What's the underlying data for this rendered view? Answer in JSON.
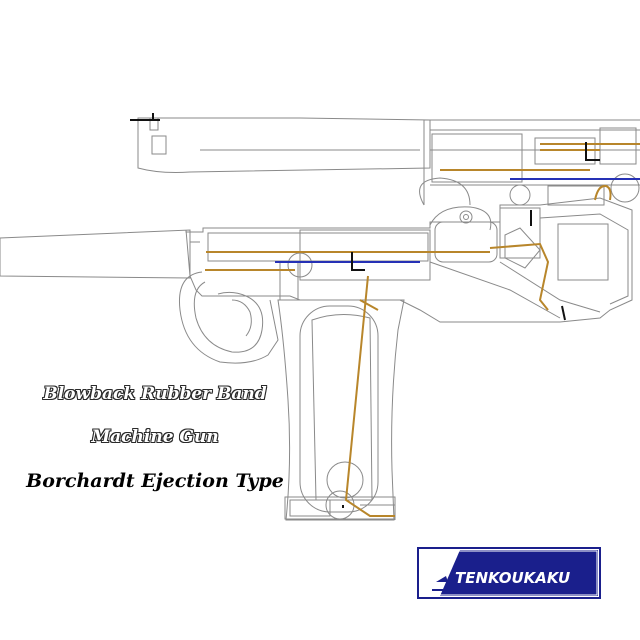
{
  "captions": {
    "line1": "Blowback Rubber Band",
    "line2": "Machine Gun",
    "line3": "Borchardt Ejection Type"
  },
  "logo": {
    "text": "TENKOUKAKU"
  },
  "colors": {
    "outline": "#8a8a8a",
    "mechanism_gold": "#b8862b",
    "rubber_band_blue": "#2631b5",
    "detail_black": "#111111",
    "logo_navy": "#1a1f8c"
  }
}
